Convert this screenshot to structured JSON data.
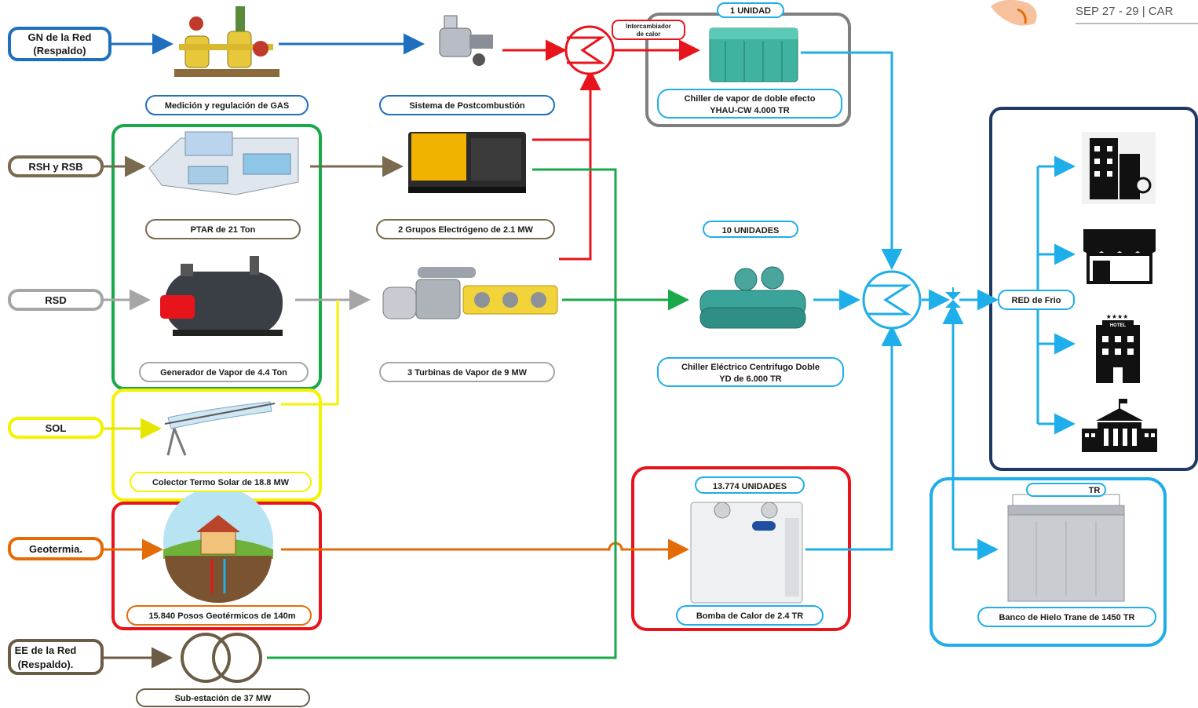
{
  "header": {
    "date_text": "SEP 27 - 29 | CAR"
  },
  "colors": {
    "gas": "#1f6fbf",
    "brown": "#7a6a4f",
    "gray": "#9a9a9a",
    "yellow": "#f3f300",
    "orange": "#e36c09",
    "green": "#19a84a",
    "red": "#e8141c",
    "cyan": "#1eaee9",
    "navy": "#1f3864",
    "darkgray": "#7f7f7f"
  },
  "sources": {
    "gn": "GN de la Red (Respaldo)",
    "gn_line1": "GN de la Red",
    "gn_line2": "(Respaldo)",
    "rsh": "RSH y RSB",
    "rsd": "RSD",
    "sol": "SOL",
    "geo": "Geotermia.",
    "ee_line1": "EE de la Red",
    "ee_line2": "(Respaldo)."
  },
  "labels": {
    "gas_meter": "Medición y regulación de GAS",
    "postcomb": "Sistema de Postcombustión",
    "heat_exchanger_1": "Intercambiador",
    "heat_exchanger_2": "de calor",
    "chiller_steam_1": "Chiller de vapor de doble efecto",
    "chiller_steam_2": "YHAU-CW 4.000 TR",
    "one_unit": "1 UNIDAD",
    "ptar": "PTAR de 21 Ton",
    "generators": "2 Grupos Electrógeno de 2.1 MW",
    "ten_units": "10 UNIDADES",
    "boiler": "Generador de Vapor de 4.4 Ton",
    "turbines": "3 Turbinas de Vapor de 9 MW",
    "chiller_elec_1": "Chiller Eléctrico Centrifugo Doble",
    "chiller_elec_2": "YD de 6.000 TR",
    "solar": "Colector Termo Solar de 18.8 MW",
    "hp_units": "13.774 UNIDADES",
    "geo_wells": "15.840 Posos Geotérmicos de 140m",
    "heat_pump": "Bomba de Calor de 2.4 TR",
    "substation": "Sub-estación de 37 MW",
    "cold_network": "RED de Frio",
    "tr": "TR",
    "ice_bank": "Banco de Hielo Trane de 1450 TR",
    "hotel_sign": "HOTEL"
  },
  "icons": [
    "gas-meter-icon",
    "burner-icon",
    "heat-exchanger-icon",
    "absorption-chiller-icon",
    "ptar-plant-icon",
    "generator-icon",
    "boiler-icon",
    "turbine-icon",
    "centrifugal-chiller-icon",
    "solar-collector-icon",
    "geothermal-house-icon",
    "heat-pump-icon",
    "transformer-icon",
    "valve-icon",
    "office-building-icon",
    "store-icon",
    "hotel-icon",
    "school-icon",
    "cooling-tower-icon"
  ]
}
